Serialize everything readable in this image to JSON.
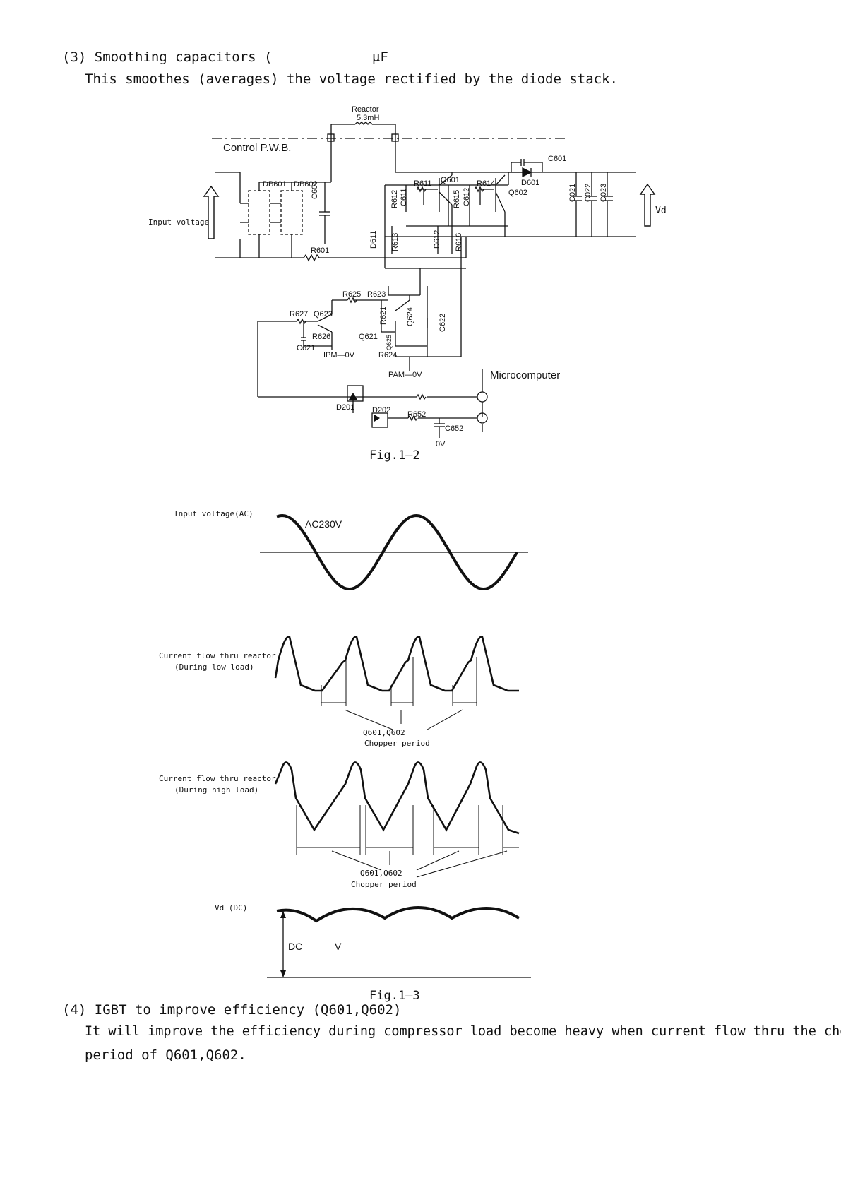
{
  "section3": {
    "heading_prefix": "(3)",
    "heading_text": "Smoothing capacitors (",
    "heading_unit": "μF",
    "body": "This smoothes (averages) the voltage rectified by the diode stack."
  },
  "fig12": {
    "caption": "Fig.1—2",
    "labels": {
      "reactor": "Reactor",
      "reactor_value": "5.3mH",
      "control_pwb": "Control P.W.B.",
      "input_voltage": "Input voltage",
      "vd": "Vd",
      "microcomputer": "Microcomputer",
      "db601": "DB601",
      "db602": "DB602",
      "c604": "C604",
      "r601": "R601",
      "r612": "R612",
      "c611": "C611",
      "r611": "R611",
      "q601": "Q601",
      "r615": "R615",
      "c612": "C612",
      "r614": "R614",
      "q602": "Q602",
      "c601": "C601",
      "d601": "D601",
      "c021": "C021",
      "c022": "C022",
      "c023": "C023",
      "d611": "D611",
      "r613": "R613",
      "d612": "D612",
      "r616": "R616",
      "r625": "R625",
      "r623": "R623",
      "r627": "R627",
      "q623": "Q623",
      "r621": "R621",
      "q624": "Q624",
      "c622": "C622",
      "r626": "R626",
      "c621": "C621",
      "q621": "Q621",
      "q625": "Q625",
      "ipm_0v": "IPM—0V",
      "r624": "R624",
      "pam_0v": "PAM—0V",
      "d201": "D201",
      "d202": "D202",
      "r652": "R652",
      "c652": "C652",
      "zero_v": "0V"
    }
  },
  "fig13": {
    "caption": "Fig.1—3",
    "input_label": "Input voltage(AC)",
    "ac_value": "AC230V",
    "low_label_1": "Current flow thru reactor",
    "low_label_2": "(During low load)",
    "chopper_1": "Q601,Q602",
    "chopper_2": "Chopper period",
    "high_label_1": "Current flow thru reactor",
    "high_label_2": "(During high load)",
    "vd_label": "Vd (DC)",
    "dc_prefix": "DC",
    "dc_unit": "V"
  },
  "section4": {
    "heading": "(4) IGBT to improve efficiency (Q601,Q602)",
    "body_line1": "It will improve the efficiency during compressor load become heavy when current flow thru the chopper",
    "body_line2": "period of Q601,Q602."
  }
}
